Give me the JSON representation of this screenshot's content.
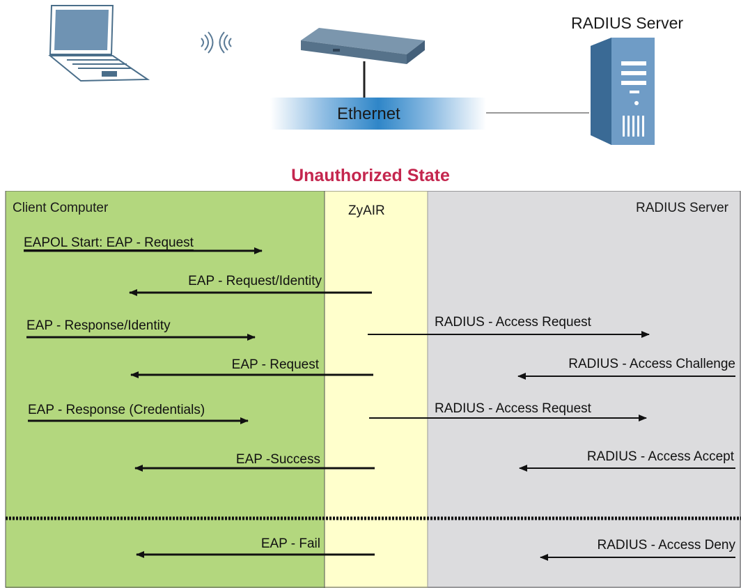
{
  "topology": {
    "radius_server_label": "RADIUS Server",
    "ethernet_label": "Ethernet",
    "icons": [
      "laptop-icon",
      "wireless-signal-icon",
      "access-point-icon",
      "server-tower-icon"
    ]
  },
  "title": "Unauthorized State",
  "columns": {
    "client": "Client Computer",
    "zyair": "ZyAIR",
    "radius": "RADIUS Server"
  },
  "colors": {
    "client_bg": "#b3d77e",
    "zyair_bg": "#ffffcc",
    "radius_bg": "#dcdcde",
    "title": "#c4264e"
  },
  "messages": {
    "client_side": [
      "EAPOL Start:  EAP - Request",
      "EAP - Request/Identity",
      "EAP - Response/Identity",
      "EAP - Request",
      "EAP - Response (Credentials)",
      "EAP -Success",
      "EAP - Fail"
    ],
    "radius_side": [
      "RADIUS - Access Request",
      "RADIUS - Access Challenge",
      "RADIUS - Access Request",
      "RADIUS - Access Accept",
      "RADIUS - Access Deny"
    ]
  }
}
